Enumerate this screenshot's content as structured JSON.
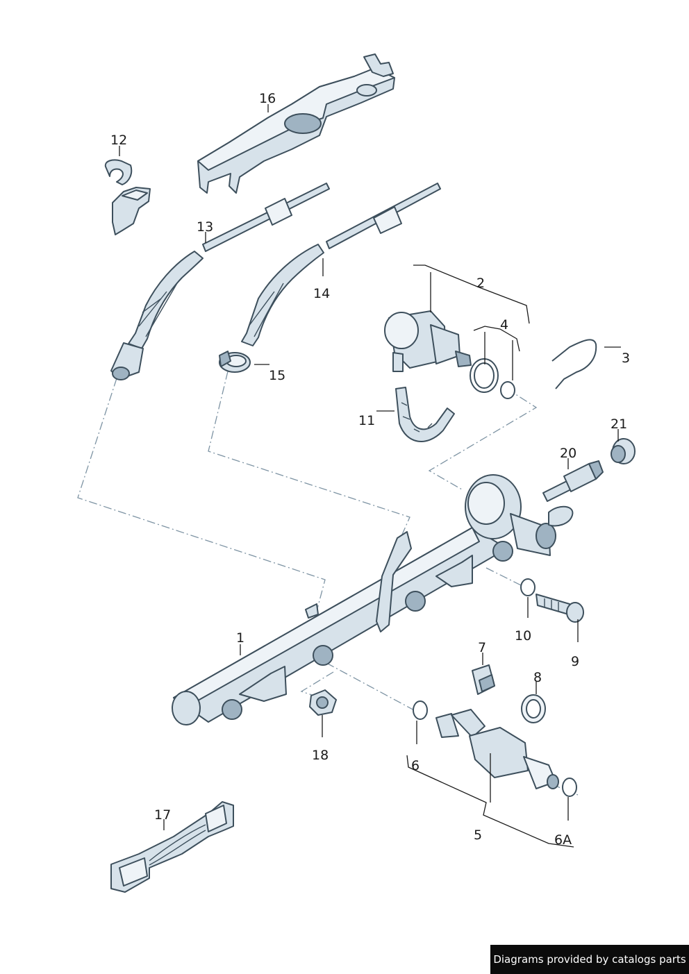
{
  "labels": {
    "p1": "1",
    "p2": "2",
    "p3": "3",
    "p4": "4",
    "p5": "5",
    "p6": "6",
    "p6a": "6A",
    "p7": "7",
    "p8": "8",
    "p9": "9",
    "p10": "10",
    "p11": "11",
    "p12": "12",
    "p13": "13",
    "p14": "14",
    "p15": "15",
    "p16": "16",
    "p17": "17",
    "p18": "18",
    "p20": "20",
    "p21": "21"
  },
  "footer": {
    "credit": "Diagrams provided by catalogs parts"
  },
  "colors": {
    "part_fill": "#d7e2ea",
    "outline": "#3d4f5c",
    "dash_line": "#7d93a3",
    "footer_bg": "#0b0b0b"
  }
}
